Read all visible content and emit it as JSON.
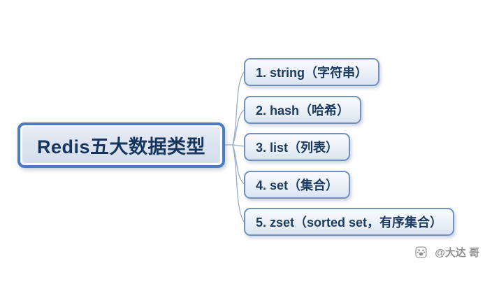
{
  "diagram": {
    "type": "mindmap",
    "root": {
      "label": "Redis五大数据类型"
    },
    "branches": [
      {
        "label": "1. string（字符串）"
      },
      {
        "label": "2. hash（哈希）"
      },
      {
        "label": "3. list（列表）"
      },
      {
        "label": "4. set（集合）"
      },
      {
        "label": "5. zset（sorted set，有序集合）"
      }
    ]
  },
  "watermark": {
    "icon": "baidu-paw-icon",
    "text": "@大达 哥"
  },
  "colors": {
    "background": "#ffffff",
    "root_border": "#4a7cc0",
    "branch_border": "#7091c1",
    "node_fill_top": "#f9fbfe",
    "node_fill_bottom": "#dae5f2",
    "text": "#17365d",
    "connector_line": "#93a9c7",
    "watermark_gray": "#8f8f8f"
  }
}
